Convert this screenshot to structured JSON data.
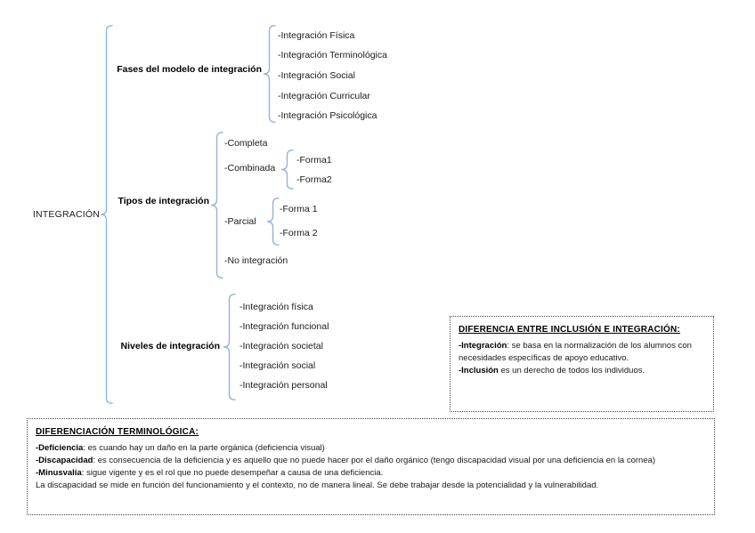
{
  "colors": {
    "brace": "#95b3d7",
    "text": "#1a1a1a"
  },
  "diagram": {
    "root": "INTEGRACIÓN",
    "branches": [
      {
        "label": "Fases del modelo de integración",
        "items": [
          "-Integración Física",
          "-Integración Terminológica",
          "-Integración Social",
          "-Integración Curricular",
          "-Integración Psicológica"
        ]
      },
      {
        "label": "Tipos de integración",
        "items": [
          "-Completa",
          "-Combinada",
          "-Parcial",
          "-No integración"
        ],
        "subgroups": [
          {
            "parent": "Combinada",
            "items": [
              "-Forma1",
              "-Forma2"
            ]
          },
          {
            "parent": "Parcial",
            "items": [
              "-Forma 1",
              "-Forma 2"
            ]
          }
        ]
      },
      {
        "label": "Niveles de integración",
        "items": [
          "-Integración física",
          "-Integración funcional",
          "-Integración societal",
          "-Integración social",
          "-Integración personal"
        ]
      }
    ]
  },
  "inclusion_box": {
    "title": "DIFERENCIA ENTRE INCLUSIÓN E INTEGRACIÓN:",
    "entries": [
      {
        "term": "-Integración",
        "rest": ": se basa en la normalización de los alumnos con necesidades específicas de apoyo educativo."
      },
      {
        "term": "-Inclusión",
        "rest": " es un derecho de todos los individuos."
      }
    ]
  },
  "terminology_box": {
    "title": "DIFERENCIACIÓN TERMINOLÓGICA:",
    "entries": [
      {
        "term": "-Deficiencia",
        "rest": ": es cuando hay un daño en la parte orgánica (deficiencia visual)"
      },
      {
        "term": "-Discapacidad",
        "rest": ": es consecuencia de la deficiencia y es aquello que no puede hacer por el daño orgánico (tengo discapacidad visual por una deficiencia en la cornea)"
      },
      {
        "term": "-Minusvalía",
        "rest": ": sigue vigente y es el rol que no puede desempeñar a causa de una deficiencia."
      }
    ],
    "footnote": "La discapacidad se mide en función del funcionamiento y el contexto, no de manera lineal. Se debe trabajar desde la potencialidad y la vulnerabilidad."
  }
}
